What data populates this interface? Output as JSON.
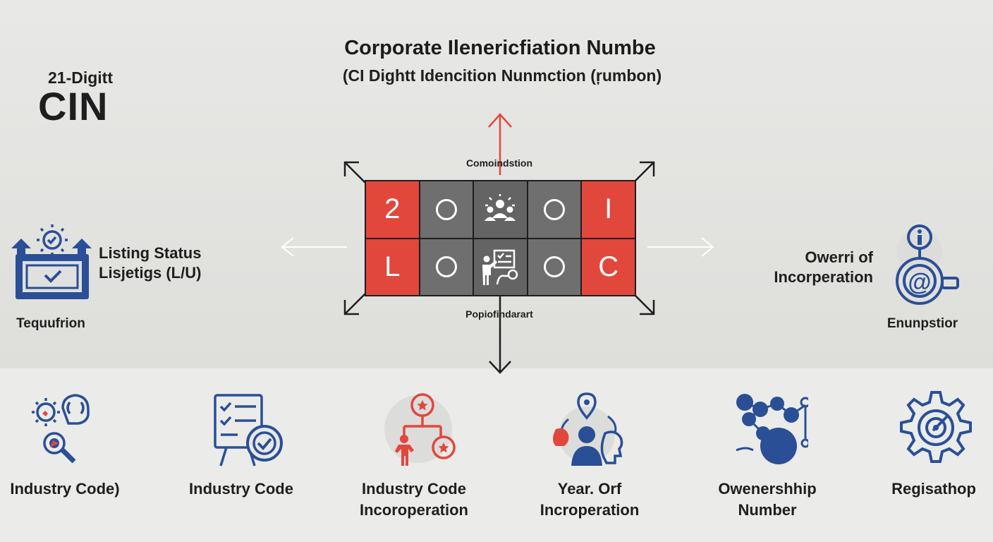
{
  "header": {
    "title": "Corporate Ilenericfiation Numbe",
    "subtitle": "(CI Dightt Idencition Nunmction (ŗumbon)"
  },
  "badge": {
    "small": "21-Digitt",
    "big": "CIN"
  },
  "center": {
    "top_label": "Comoindstion",
    "bottom_label": "Popiofindarart",
    "cells": [
      {
        "value": "2",
        "style": "red"
      },
      {
        "value": "",
        "style": "grey",
        "icon": "ring"
      },
      {
        "value": "",
        "style": "grey-dark",
        "icon": "people-icon"
      },
      {
        "value": "",
        "style": "grey",
        "icon": "ring"
      },
      {
        "value": "I",
        "style": "red"
      },
      {
        "value": "L",
        "style": "red"
      },
      {
        "value": "",
        "style": "grey",
        "icon": "ring"
      },
      {
        "value": "",
        "style": "grey-dark",
        "icon": "presenter-icon"
      },
      {
        "value": "",
        "style": "grey",
        "icon": "ring"
      },
      {
        "value": "C",
        "style": "red"
      }
    ]
  },
  "left_panel": {
    "line1": "Listing Status",
    "line2": "Lisjetigs (L/U)",
    "caption": "Tequufrion",
    "icon": "monitor-check-icon"
  },
  "right_panel": {
    "line1": "Owerri of",
    "line2": "Incorperation",
    "caption": "Enunpstior",
    "icon": "info-at-icon"
  },
  "bottom_items": [
    {
      "line1": "Industry Code)",
      "line2": "",
      "icon": "brain-gears-icon"
    },
    {
      "line1": "Industry Code",
      "line2": "",
      "icon": "checklist-icon"
    },
    {
      "line1": "Industry Code",
      "line2": "Incoroperation",
      "icon": "org-chart-icon"
    },
    {
      "line1": "Year. Orf",
      "line2": "Incroperation",
      "icon": "people-location-icon"
    },
    {
      "line1": "Owenershhip",
      "line2": "Number",
      "icon": "network-icon"
    },
    {
      "line1": "Regisathop",
      "line2": "",
      "icon": "settings-gear-icon"
    }
  ],
  "colors": {
    "accent_red": "#e2473b",
    "accent_blue": "#2a4f96",
    "dark": "#1e1e1e",
    "cell_grey": "#6f6f6f"
  }
}
